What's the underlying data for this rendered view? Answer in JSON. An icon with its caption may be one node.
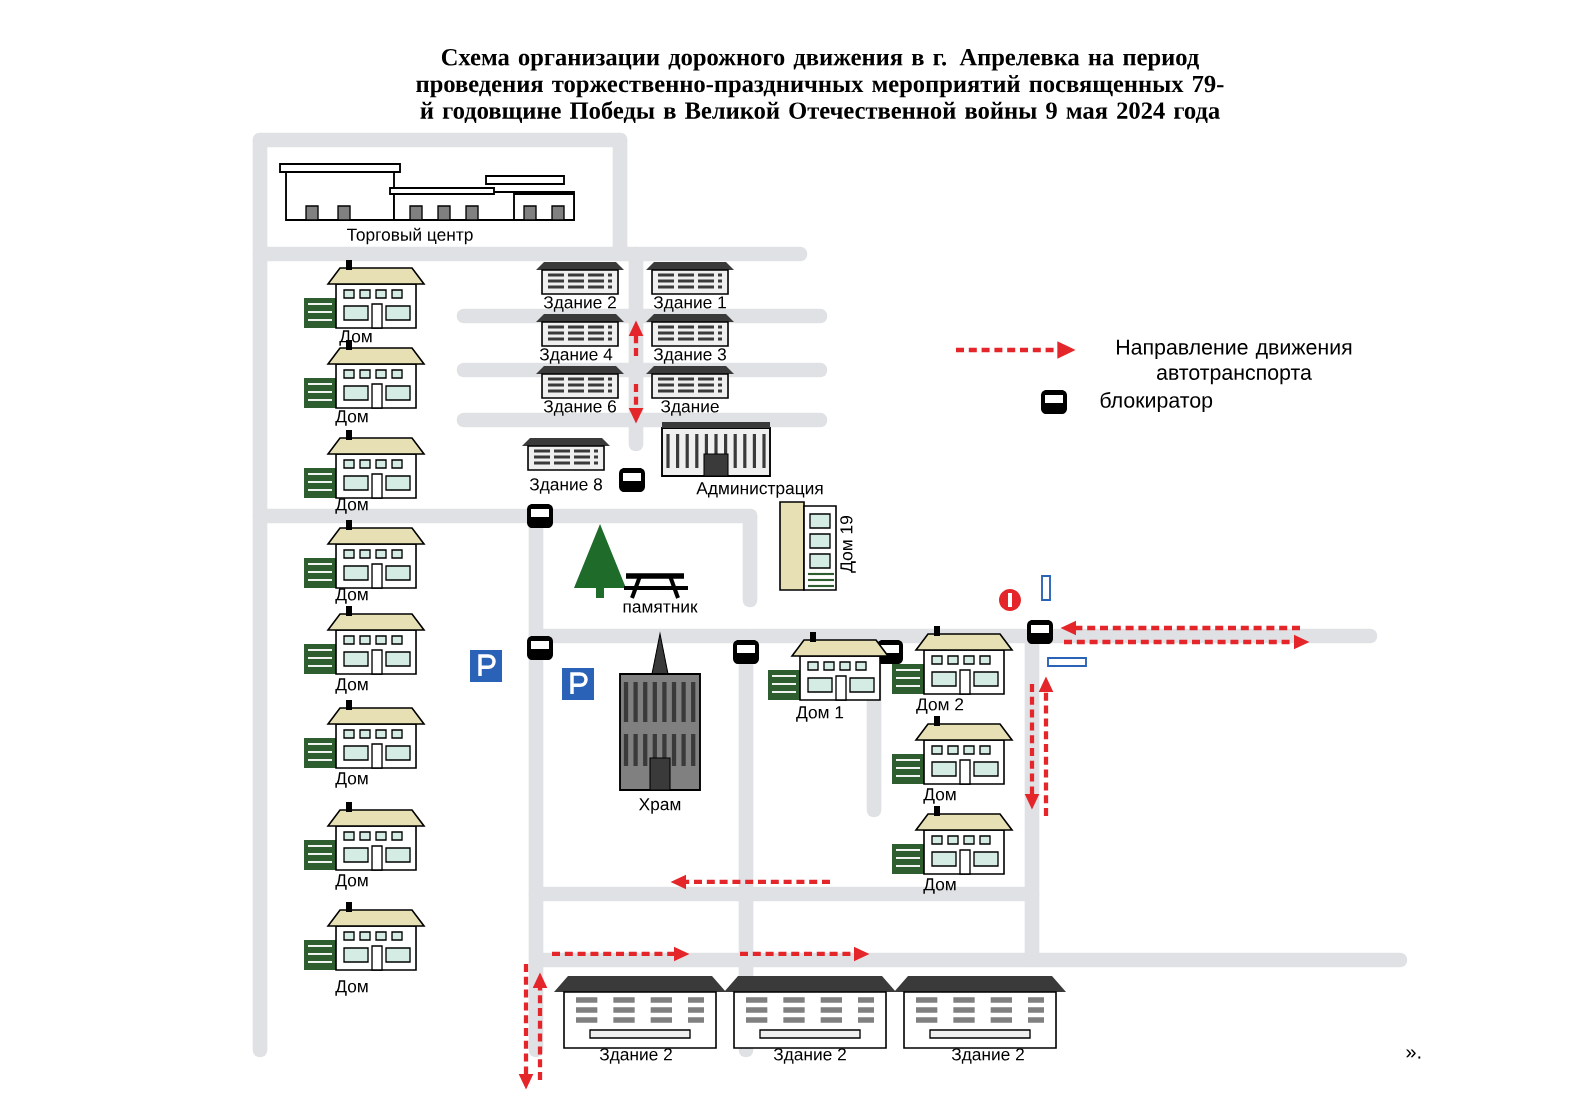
{
  "diagram": {
    "title": "Схема организации дорожного движения в г. Апрелевка на период проведения торжественно-праздничных мероприятий посвященных 79-й годовщине Победы в Великой Отечественной войны 9 мая 2024 года",
    "nodes": [
      {
        "text": [
          "Торговый центр"
        ]
      },
      {
        "text": [
          "Здание 2"
        ]
      },
      {
        "text": [
          "Здание 1"
        ]
      },
      {
        "text": [
          "Дом"
        ]
      },
      {
        "text": [
          "Здание 4"
        ]
      },
      {
        "text": [
          "Здание 3"
        ]
      },
      {
        "text": [
          "Дом"
        ]
      },
      {
        "text": [
          "Здание 6"
        ]
      },
      {
        "text": [
          "Здание"
        ]
      },
      {
        "text": [
          "Дом"
        ]
      },
      {
        "text": [
          "Здание 8"
        ]
      },
      {
        "text": [
          "Администрация"
        ]
      },
      {
        "text": [
          "Дом 19"
        ]
      },
      {
        "text": [
          "Дом"
        ]
      },
      {
        "text": [
          "памятник"
        ]
      },
      {
        "text": [
          "Дом"
        ]
      },
      {
        "text": [
          "Дом 1"
        ]
      },
      {
        "text": [
          "Дом 2"
        ]
      },
      {
        "text": [
          "Храм"
        ]
      },
      {
        "text": [
          "Дом"
        ]
      },
      {
        "text": [
          "Дом"
        ]
      },
      {
        "text": [
          "Дом"
        ]
      },
      {
        "text": [
          "Дом"
        ]
      },
      {
        "text": [
          "Дом"
        ]
      },
      {
        "text": [
          "Здание 2"
        ]
      },
      {
        "text": [
          "Здание 2"
        ]
      },
      {
        "text": [
          "Здание 2"
        ]
      }
    ],
    "labels": [
      "»."
    ],
    "legend": [
      {
        "text": "Направление движения автотранспорта"
      },
      {
        "text": "блокиратор"
      }
    ]
  }
}
